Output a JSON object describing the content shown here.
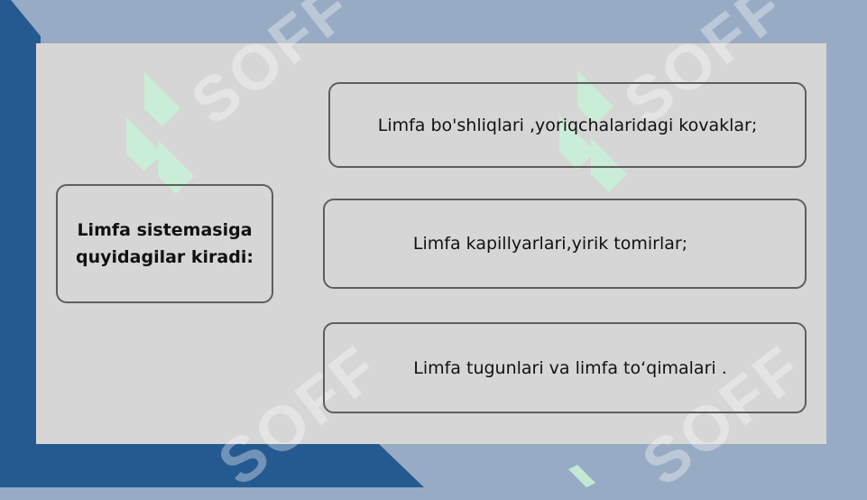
{
  "watermark": {
    "text": "SOFF"
  },
  "left_box": {
    "label": "Limfa sistemasiga quyidagilar kiradi:"
  },
  "items": [
    {
      "label": "Limfa bo'shliqlari ,yoriqchalaridagi kovaklar;"
    },
    {
      "label": "Limfa kapillyarlari,yirik tomirlar;"
    },
    {
      "label": "Limfa tugunlari va limfa to‘qimalari ."
    }
  ],
  "colors": {
    "background": "#98abc4",
    "accent_dark": "#255a91",
    "panel": "#d6d6d6",
    "box_border": "#5e5e5e",
    "watermark_logo": "#c8f0d6"
  }
}
